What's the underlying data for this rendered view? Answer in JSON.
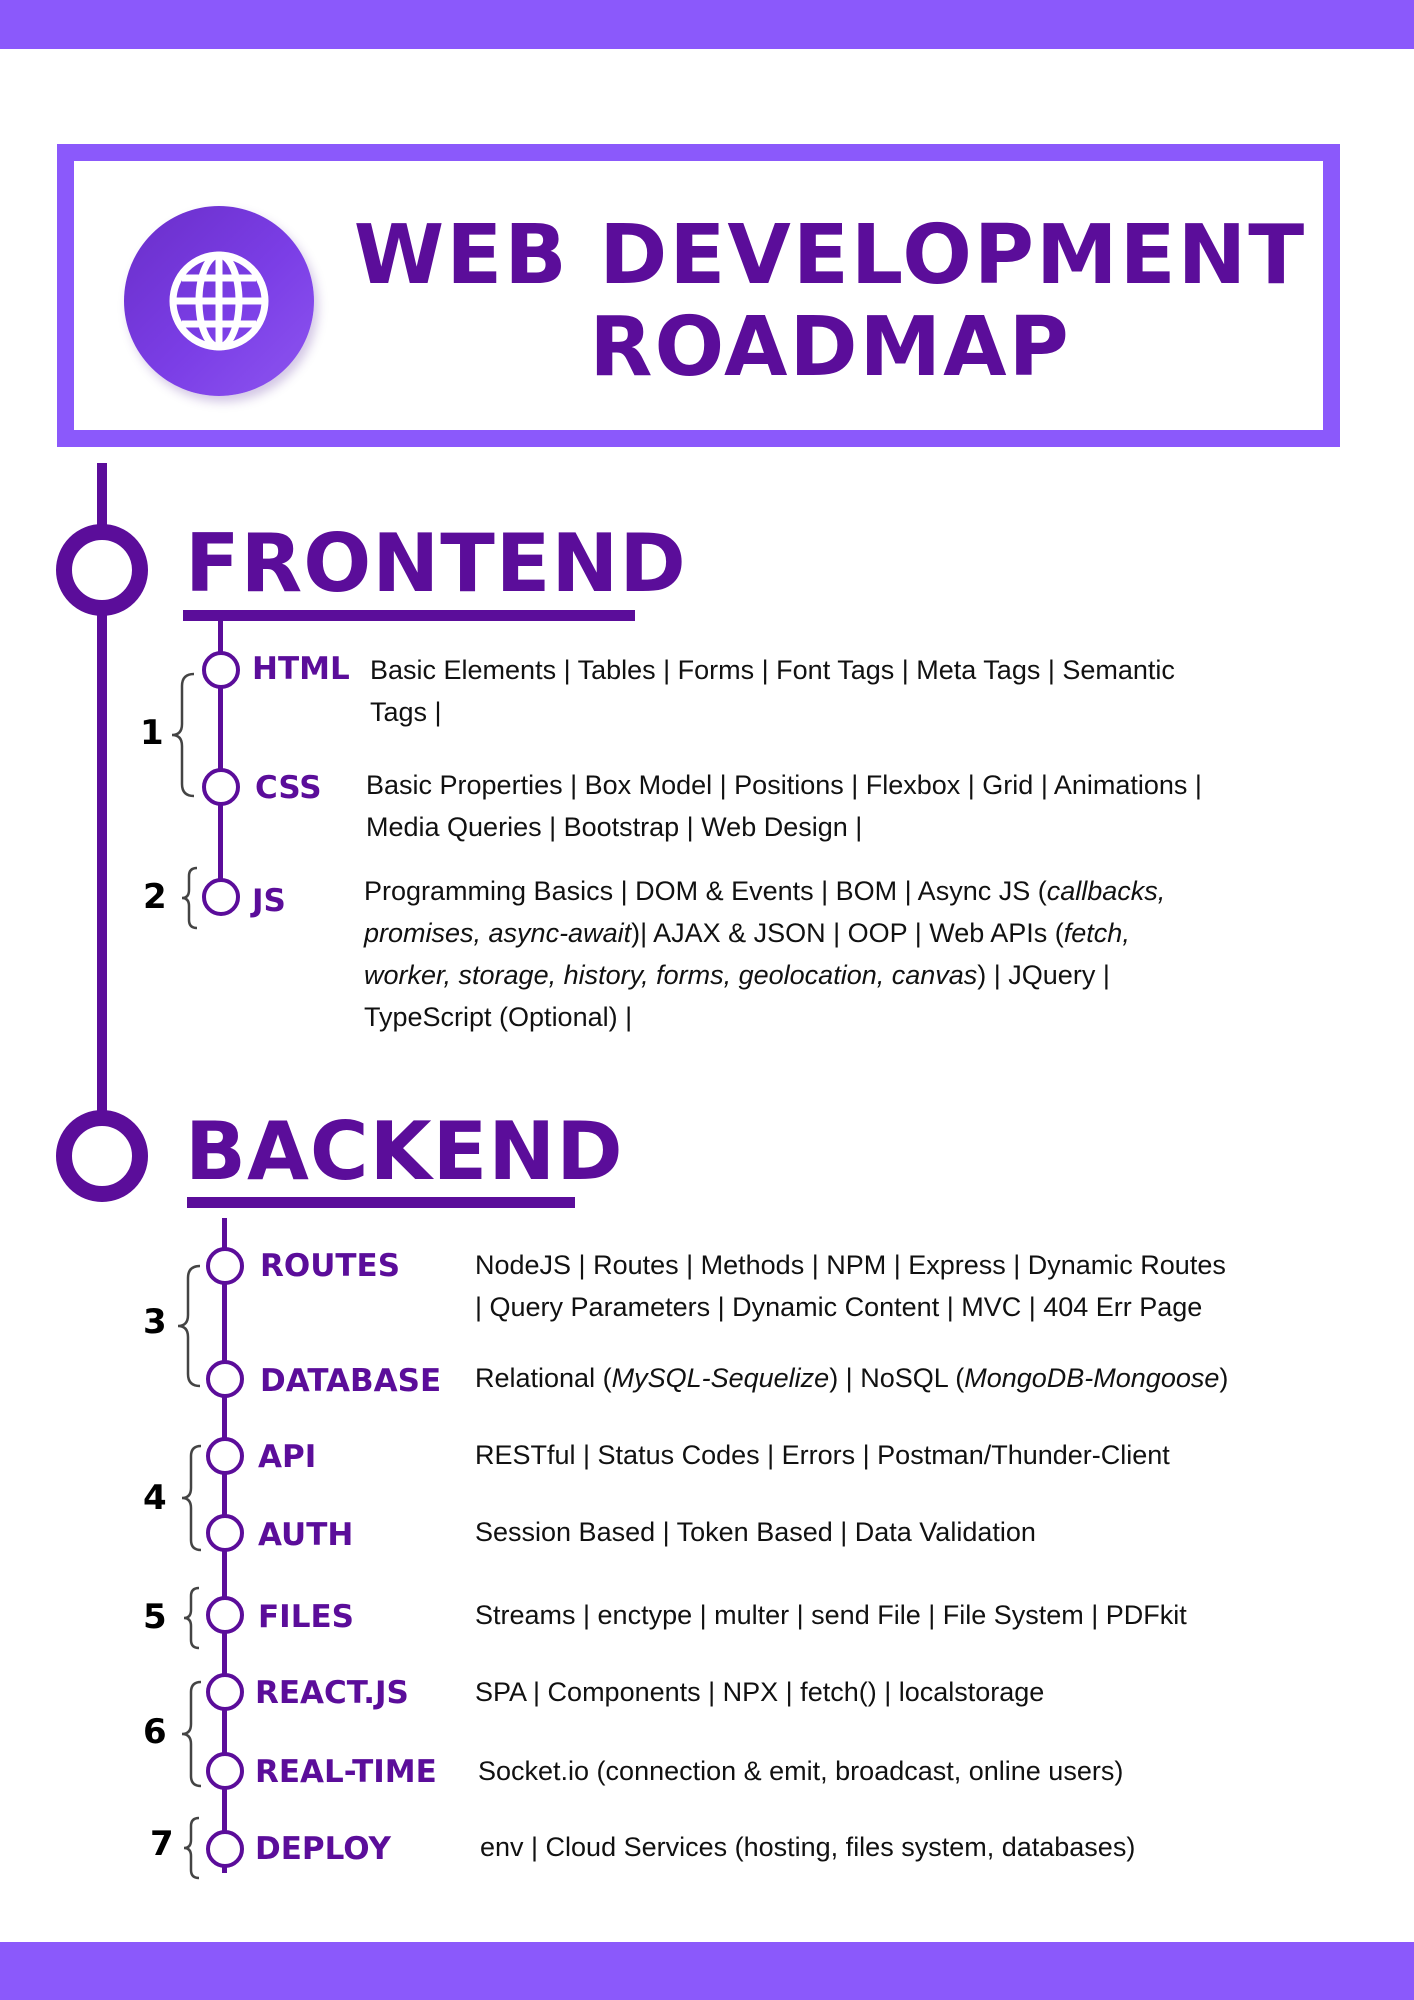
{
  "header": {
    "title_line1": "WEB DEVELOPMENT",
    "title_line2": "ROADMAP",
    "logo_icon": "globe-icon"
  },
  "frontend": {
    "title": "FRONTEND",
    "groups": [
      "1",
      "2"
    ],
    "items": [
      {
        "label": "HTML",
        "desc": [
          "Basic Elements | Tables | Forms | Font Tags | Meta Tags | Semantic",
          "Tags |"
        ]
      },
      {
        "label": "CSS",
        "desc": [
          "Basic Properties | Box Model | Positions | Flexbox | Grid | Animations |",
          "Media Queries | Bootstrap | Web Design |"
        ]
      },
      {
        "label": "JS",
        "desc": [
          "Programming Basics | DOM & Events | BOM | Async JS (",
          "callbacks,",
          "promises, async-await",
          ")| AJAX & JSON | OOP | Web APIs (",
          "fetch,",
          "worker, storage, history, forms, geolocation, canvas",
          ") | JQuery |",
          "TypeScript (Optional) |"
        ]
      }
    ]
  },
  "backend": {
    "title": "BACKEND",
    "groups": [
      "3",
      "4",
      "5",
      "6",
      "7"
    ],
    "items": [
      {
        "label": "ROUTES",
        "desc": [
          "NodeJS | Routes | Methods | NPM | Express | Dynamic Routes",
          "| Query Parameters | Dynamic Content | MVC | 404 Err Page"
        ]
      },
      {
        "label": "DATABASE",
        "desc": [
          "Relational (",
          "MySQL-Sequelize",
          ") | NoSQL (",
          "MongoDB-Mongoose",
          ")"
        ]
      },
      {
        "label": "API",
        "desc": [
          "RESTful | Status Codes | Errors | Postman/Thunder-Client"
        ]
      },
      {
        "label": "AUTH",
        "desc": [
          "Session Based | Token Based | Data Validation"
        ]
      },
      {
        "label": "FILES",
        "desc": [
          "Streams | enctype | multer | send File | File System | PDFkit"
        ]
      },
      {
        "label": "REACT.JS",
        "desc": [
          "SPA | Components | NPX | fetch() | localstorage"
        ]
      },
      {
        "label": "REAL-TIME",
        "desc": [
          "Socket.io (connection & emit, broadcast, online users)"
        ]
      },
      {
        "label": "DEPLOY",
        "desc": [
          "env | Cloud Services (hosting, files system, databases)"
        ]
      }
    ]
  },
  "colors": {
    "accent": "#8b59fb",
    "primary": "#5b0d9a",
    "text": "#111111"
  }
}
